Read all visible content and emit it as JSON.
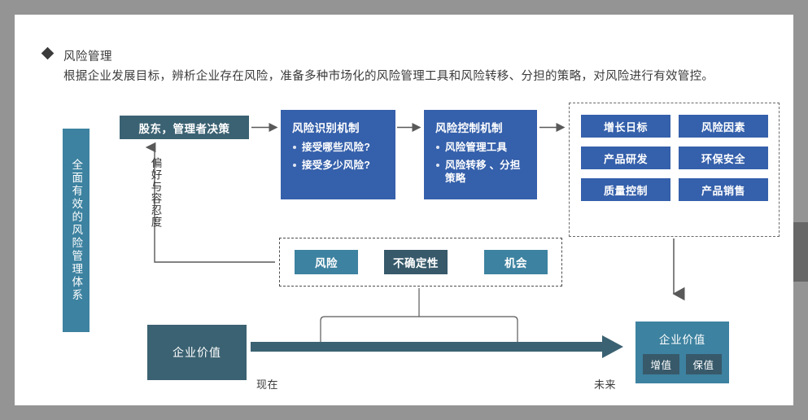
{
  "header": {
    "bullet_icon": "diamond-bullet-icon",
    "title": "风险管理",
    "description": "根据企业发展目标，辨析企业存在风险，准备多种市场化的风险管理工具和风险转移、分担的策略，对风险进行有效管控。"
  },
  "sidebar": {
    "label": "全面有效的风险管理体系",
    "color": "#3d82a0"
  },
  "flow": {
    "decision_box": {
      "label": "股东，管理者决策",
      "color": "#3b6272"
    },
    "preference_label": "偏好与容忍度",
    "identify_box": {
      "title": "风险识别机制",
      "items": [
        "接受哪些风险?",
        "接受多少风险?"
      ],
      "color": "#3560ab"
    },
    "control_box": {
      "title": "风险控制机制",
      "items": [
        "风险管理工具",
        "风险转移 、分担策略"
      ],
      "color": "#3560ab"
    }
  },
  "grid": {
    "items": [
      {
        "label": "增长日标"
      },
      {
        "label": "风险因素"
      },
      {
        "label": "产品研发"
      },
      {
        "label": "环保安全"
      },
      {
        "label": "质量控制"
      },
      {
        "label": "产品销售"
      }
    ],
    "color": "#3560ab"
  },
  "middle": {
    "items": [
      {
        "label": "风险",
        "color": "#3d82a0"
      },
      {
        "label": "不确定性",
        "color": "#37596a"
      },
      {
        "label": "机会",
        "color": "#3d82a0"
      }
    ]
  },
  "bottom": {
    "value_now": {
      "label": "企业价值",
      "color": "#3b6272"
    },
    "value_future": {
      "label": "企业价值",
      "sub_items": [
        "增值",
        "保值"
      ],
      "color": "#3d82a0"
    },
    "axis_start_label": "现在",
    "axis_end_label": "未来",
    "arrow_color": "#3b6272"
  }
}
